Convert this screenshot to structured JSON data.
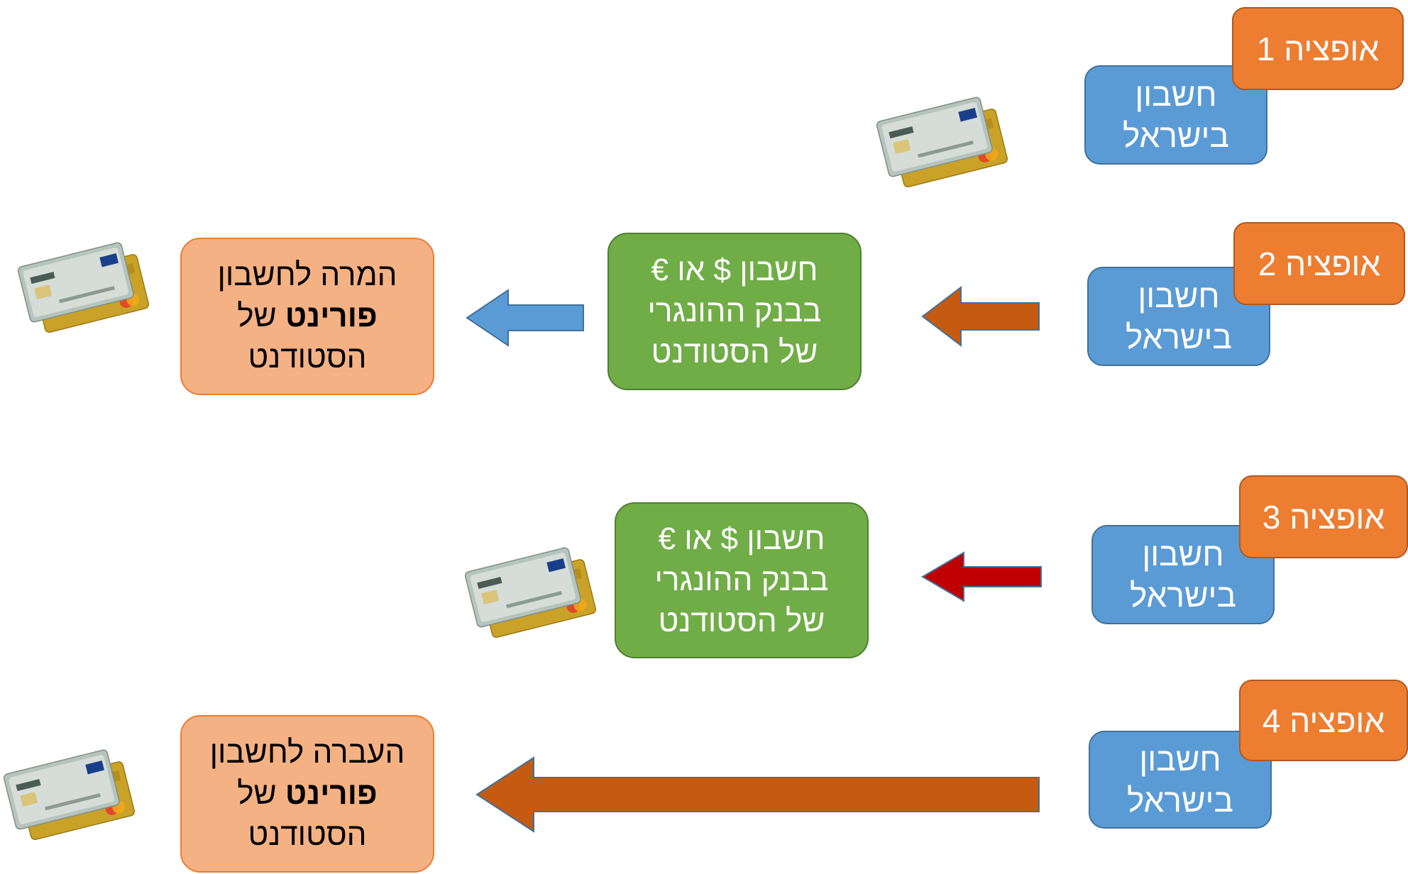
{
  "colors": {
    "account_blue": "#5b9bd5",
    "option_orange": "#ed7d31",
    "hungarian_green": "#70ad47",
    "forint_salmon": "#f4b183",
    "arrow_blue": "#5b9bd5",
    "arrow_brown": "#c55a11",
    "arrow_red": "#c00000"
  },
  "options": [
    {
      "label": "אופציה 1",
      "source_line1": "חשבון",
      "source_line2": "בישראל"
    },
    {
      "label": "אופציה 2",
      "source_line1": "חשבון",
      "source_line2": "בישראל",
      "middle": {
        "line1": "חשבון $ או €",
        "line2": "בבנק ההונגרי",
        "line3": "של הסטודנט"
      },
      "target": {
        "line1": "המרה לחשבון",
        "bold": "פורינט",
        "line2_rest": " של",
        "line3": "הסטודנט"
      }
    },
    {
      "label": "אופציה 3",
      "source_line1": "חשבון",
      "source_line2": "בישראל",
      "middle": {
        "line1": "חשבון $ או €",
        "line2": "בבנק ההונגרי",
        "line3": "של הסטודנט"
      }
    },
    {
      "label": "אופציה 4",
      "source_line1": "חשבון",
      "source_line2": "בישראל",
      "target": {
        "line1": "העברה לחשבון",
        "bold": "פורינט",
        "line2_rest": " של",
        "line3": "הסטודנט"
      }
    }
  ],
  "icons": [
    "credit-cards-icon",
    "credit-cards-icon",
    "credit-cards-icon",
    "credit-cards-icon"
  ]
}
